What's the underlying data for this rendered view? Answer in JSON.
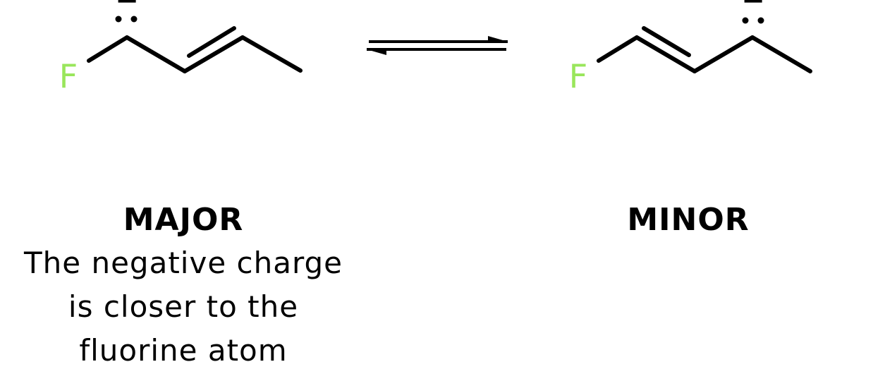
{
  "colors": {
    "bond": "#000000",
    "fluorine": "#99e65b",
    "text": "#000000",
    "background": "#ffffff"
  },
  "reactant": {
    "fluorine_symbol": "F",
    "charge_symbol": "−",
    "label": "MAJOR",
    "note_lines": [
      "The negative charge",
      "is closer to the",
      "fluorine atom"
    ]
  },
  "product": {
    "fluorine_symbol": "F",
    "charge_symbol": "−",
    "label": "MINOR"
  },
  "equilibrium": {
    "icon": "equilibrium-arrows-icon"
  }
}
